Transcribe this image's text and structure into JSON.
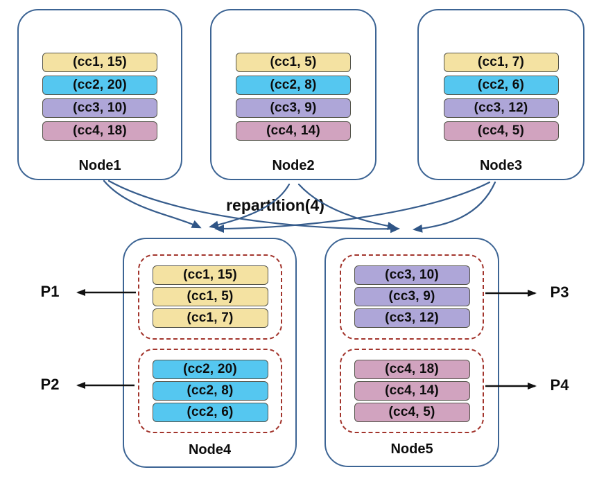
{
  "diagram": {
    "operation_label": "repartition(4)",
    "top_nodes": [
      {
        "name": "Node1",
        "rows": [
          {
            "label": "(cc1, 15)",
            "key": "cc1"
          },
          {
            "label": "(cc2, 20)",
            "key": "cc2"
          },
          {
            "label": "(cc3, 10)",
            "key": "cc3"
          },
          {
            "label": "(cc4, 18)",
            "key": "cc4"
          }
        ]
      },
      {
        "name": "Node2",
        "rows": [
          {
            "label": "(cc1, 5)",
            "key": "cc1"
          },
          {
            "label": "(cc2, 8)",
            "key": "cc2"
          },
          {
            "label": "(cc3, 9)",
            "key": "cc3"
          },
          {
            "label": "(cc4, 14)",
            "key": "cc4"
          }
        ]
      },
      {
        "name": "Node3",
        "rows": [
          {
            "label": "(cc1, 7)",
            "key": "cc1"
          },
          {
            "label": "(cc2, 6)",
            "key": "cc2"
          },
          {
            "label": "(cc3, 12)",
            "key": "cc3"
          },
          {
            "label": "(cc4, 5)",
            "key": "cc4"
          }
        ]
      }
    ],
    "bottom_nodes": [
      {
        "name": "Node4",
        "groups": [
          {
            "partition": "P1",
            "rows": [
              {
                "label": "(cc1, 15)",
                "key": "cc1"
              },
              {
                "label": "(cc1, 5)",
                "key": "cc1"
              },
              {
                "label": "(cc1, 7)",
                "key": "cc1"
              }
            ]
          },
          {
            "partition": "P2",
            "rows": [
              {
                "label": "(cc2, 20)",
                "key": "cc2"
              },
              {
                "label": "(cc2, 8)",
                "key": "cc2"
              },
              {
                "label": "(cc2, 6)",
                "key": "cc2"
              }
            ]
          }
        ]
      },
      {
        "name": "Node5",
        "groups": [
          {
            "partition": "P3",
            "rows": [
              {
                "label": "(cc3, 10)",
                "key": "cc3"
              },
              {
                "label": "(cc3, 9)",
                "key": "cc3"
              },
              {
                "label": "(cc3, 12)",
                "key": "cc3"
              }
            ]
          },
          {
            "partition": "P4",
            "rows": [
              {
                "label": "(cc4, 18)",
                "key": "cc4"
              },
              {
                "label": "(cc4, 14)",
                "key": "cc4"
              },
              {
                "label": "(cc4, 5)",
                "key": "cc4"
              }
            ]
          }
        ]
      }
    ],
    "partition_labels": [
      "P1",
      "P2",
      "P3",
      "P4"
    ],
    "colors": {
      "node_border": "#3C6494",
      "group_border": "#A2342C",
      "arrow_blue": "#365C8C",
      "arrowhead_blue": "#2F5586",
      "arrow_black": "#111111",
      "cc1": "#F4E2A2",
      "cc2": "#55C7F0",
      "cc3": "#AEA6D8",
      "cc4": "#D1A3BF"
    }
  }
}
